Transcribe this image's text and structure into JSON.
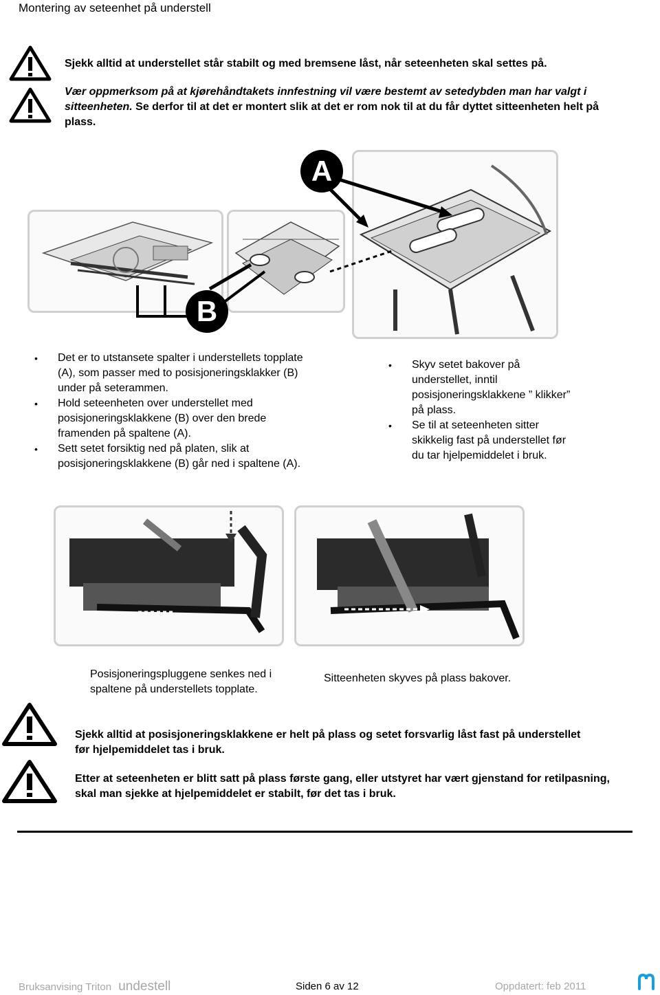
{
  "page": {
    "heading": "Montering av seteenhet på understell"
  },
  "warnings_top": [
    "Sjekk alltid at understellet står stabilt og med bremsene låst, når seteenheten skal settes på.",
    "Vær oppmerksom på at kjørehåndtakets innfestning vil være bestemt av setedybden man har valgt i sitteenheten.",
    "Se derfor til at det er montert slik at det er rom nok til at du får dyttet sitteenheten helt på plass."
  ],
  "figure_labels": {
    "a": "A",
    "b": "B"
  },
  "bullets_left": [
    "Det er to utstansete spalter i understellets topplate (A), som passer med to posisjoneringsklakker (B) under på seterammen.",
    "Hold seteenheten over understellet med posisjoneringsklakkene (B) over den brede framenden på spaltene (A).",
    "Sett setet forsiktig ned på platen, slik at posisjoneringsklakkene (B) går ned i spaltene (A)."
  ],
  "bullets_right": [
    "Skyv setet bakover på understellet, inntil posisjoneringsklakkene ” klikker” på plass.",
    "Se til at seteenheten sitter skikkelig fast på understellet før du tar hjelpemiddelet i bruk."
  ],
  "captions": {
    "left": "Posisjoneringspluggene senkes ned i spaltene på understellets topplate.",
    "right": "Sitteenheten skyves på plass bakover."
  },
  "warnings_bottom": [
    "Sjekk alltid at posisjoneringsklakkene er helt på plass og setet forsvarlig låst fast på understellet før hjelpemiddelet tas i bruk.",
    "Etter at seteenheten er blitt satt på plass første gang, eller utstyret har vært gjenstand for retilpasning, skal man sjekke at hjelpemiddelet er stabilt, før det tas i bruk."
  ],
  "footer": {
    "manual": "Bruksanvising Triton",
    "section": "undestell",
    "page": "Siden 6 av 12",
    "updated": "Oppdatert:  feb 2011"
  },
  "colors": {
    "text": "#000000",
    "footer_gray": "#a7a7a7",
    "logo_blue": "#1aa0d8",
    "photo_border": "#d0d0d0"
  }
}
